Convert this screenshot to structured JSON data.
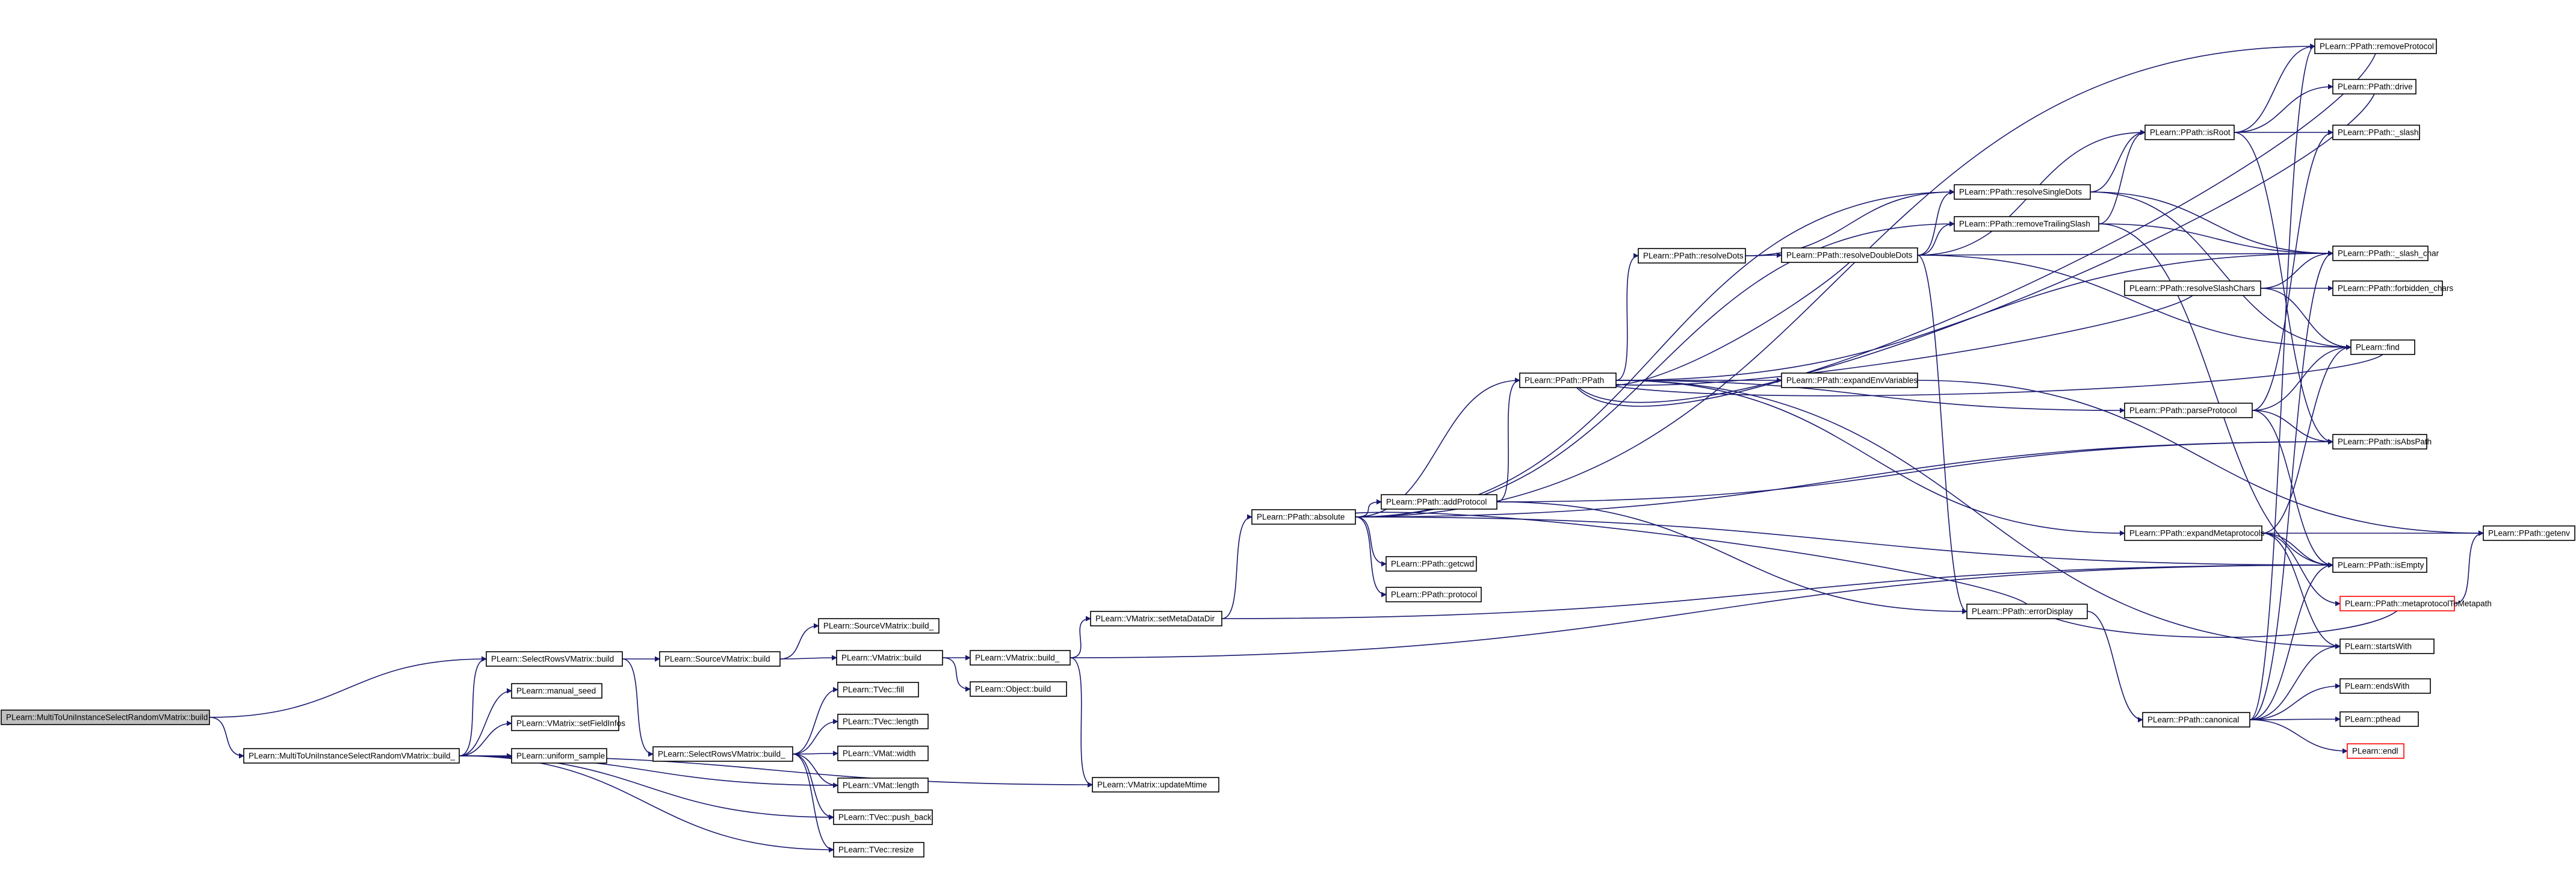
{
  "colors": {
    "edge": "#191970",
    "focus_fill": "#bfbfbf",
    "truncated_border": "#ff0000"
  },
  "nodes": [
    {
      "id": "mtuis_build",
      "label": "PLearn::MultiToUniInstanceSelectRandomVMatrix::build",
      "focus": true
    },
    {
      "id": "mtuis_build_",
      "label": "PLearn::MultiToUniInstanceSelectRandomVMatrix::build_"
    },
    {
      "id": "srvm_build",
      "label": "PLearn::SelectRowsVMatrix::build"
    },
    {
      "id": "manual_seed",
      "label": "PLearn::manual_seed"
    },
    {
      "id": "setfieldinfos",
      "label": "PLearn::VMatrix::setFieldInfos"
    },
    {
      "id": "uniform_sample",
      "label": "PLearn::uniform_sample"
    },
    {
      "id": "srcvm_build",
      "label": "PLearn::SourceVMatrix::build"
    },
    {
      "id": "srcvm_build_",
      "label": "PLearn::SourceVMatrix::build_"
    },
    {
      "id": "srvm_build_",
      "label": "PLearn::SelectRowsVMatrix::build_"
    },
    {
      "id": "tvec_fill",
      "label": "PLearn::TVec::fill"
    },
    {
      "id": "tvec_length",
      "label": "PLearn::TVec::length"
    },
    {
      "id": "vmat_width",
      "label": "PLearn::VMat::width"
    },
    {
      "id": "vmat_length",
      "label": "PLearn::VMat::length"
    },
    {
      "id": "tvec_push_back",
      "label": "PLearn::TVec::push_back"
    },
    {
      "id": "tvec_resize",
      "label": "PLearn::TVec::resize"
    },
    {
      "id": "vmatrix_build",
      "label": "PLearn::VMatrix::build"
    },
    {
      "id": "object_build",
      "label": "PLearn::Object::build"
    },
    {
      "id": "vmatrix_build_",
      "label": "PLearn::VMatrix::build_"
    },
    {
      "id": "setmetadatadir",
      "label": "PLearn::VMatrix::setMetaDataDir"
    },
    {
      "id": "updatemtime",
      "label": "PLearn::VMatrix::updateMtime"
    },
    {
      "id": "absolute",
      "label": "PLearn::PPath::absolute"
    },
    {
      "id": "addprotocol",
      "label": "PLearn::PPath::addProtocol"
    },
    {
      "id": "getcwd",
      "label": "PLearn::PPath::getcwd"
    },
    {
      "id": "protocol",
      "label": "PLearn::PPath::protocol"
    },
    {
      "id": "ppath",
      "label": "PLearn::PPath::PPath"
    },
    {
      "id": "resolvedots",
      "label": "PLearn::PPath::resolveDots"
    },
    {
      "id": "resolvedoubledots",
      "label": "PLearn::PPath::resolveDoubleDots"
    },
    {
      "id": "expandenvvariables",
      "label": "PLearn::PPath::expandEnvVariables"
    },
    {
      "id": "resolvesingledots",
      "label": "PLearn::PPath::resolveSingleDots"
    },
    {
      "id": "removetrailingslash",
      "label": "PLearn::PPath::removeTrailingSlash"
    },
    {
      "id": "isroot",
      "label": "PLearn::PPath::isRoot"
    },
    {
      "id": "resolveslashchars",
      "label": "PLearn::PPath::resolveSlashChars"
    },
    {
      "id": "parseprotocol",
      "label": "PLearn::PPath::parseProtocol"
    },
    {
      "id": "expandmetaprotocols",
      "label": "PLearn::PPath::expandMetaprotocols"
    },
    {
      "id": "errordisplay",
      "label": "PLearn::PPath::errorDisplay"
    },
    {
      "id": "canonical",
      "label": "PLearn::PPath::canonical"
    },
    {
      "id": "removeprotocol",
      "label": "PLearn::PPath::removeProtocol"
    },
    {
      "id": "drive",
      "label": "PLearn::PPath::drive"
    },
    {
      "id": "slash",
      "label": "PLearn::PPath::_slash"
    },
    {
      "id": "slash_char",
      "label": "PLearn::PPath::_slash_char"
    },
    {
      "id": "forbidden_chars",
      "label": "PLearn::PPath::forbidden_chars"
    },
    {
      "id": "find",
      "label": "PLearn::find"
    },
    {
      "id": "isabspath",
      "label": "PLearn::PPath::isAbsPath"
    },
    {
      "id": "isempty",
      "label": "PLearn::PPath::isEmpty"
    },
    {
      "id": "metaprotocoltometapath",
      "label": "PLearn::PPath::metaprotocolToMetapath",
      "truncated": true
    },
    {
      "id": "getenv",
      "label": "PLearn::PPath::getenv"
    },
    {
      "id": "startswith",
      "label": "PLearn::startsWith"
    },
    {
      "id": "endswith",
      "label": "PLearn::endsWith"
    },
    {
      "id": "pthead",
      "label": "PLearn::pthead"
    },
    {
      "id": "endl",
      "label": "PLearn::endl",
      "truncated": true
    }
  ]
}
